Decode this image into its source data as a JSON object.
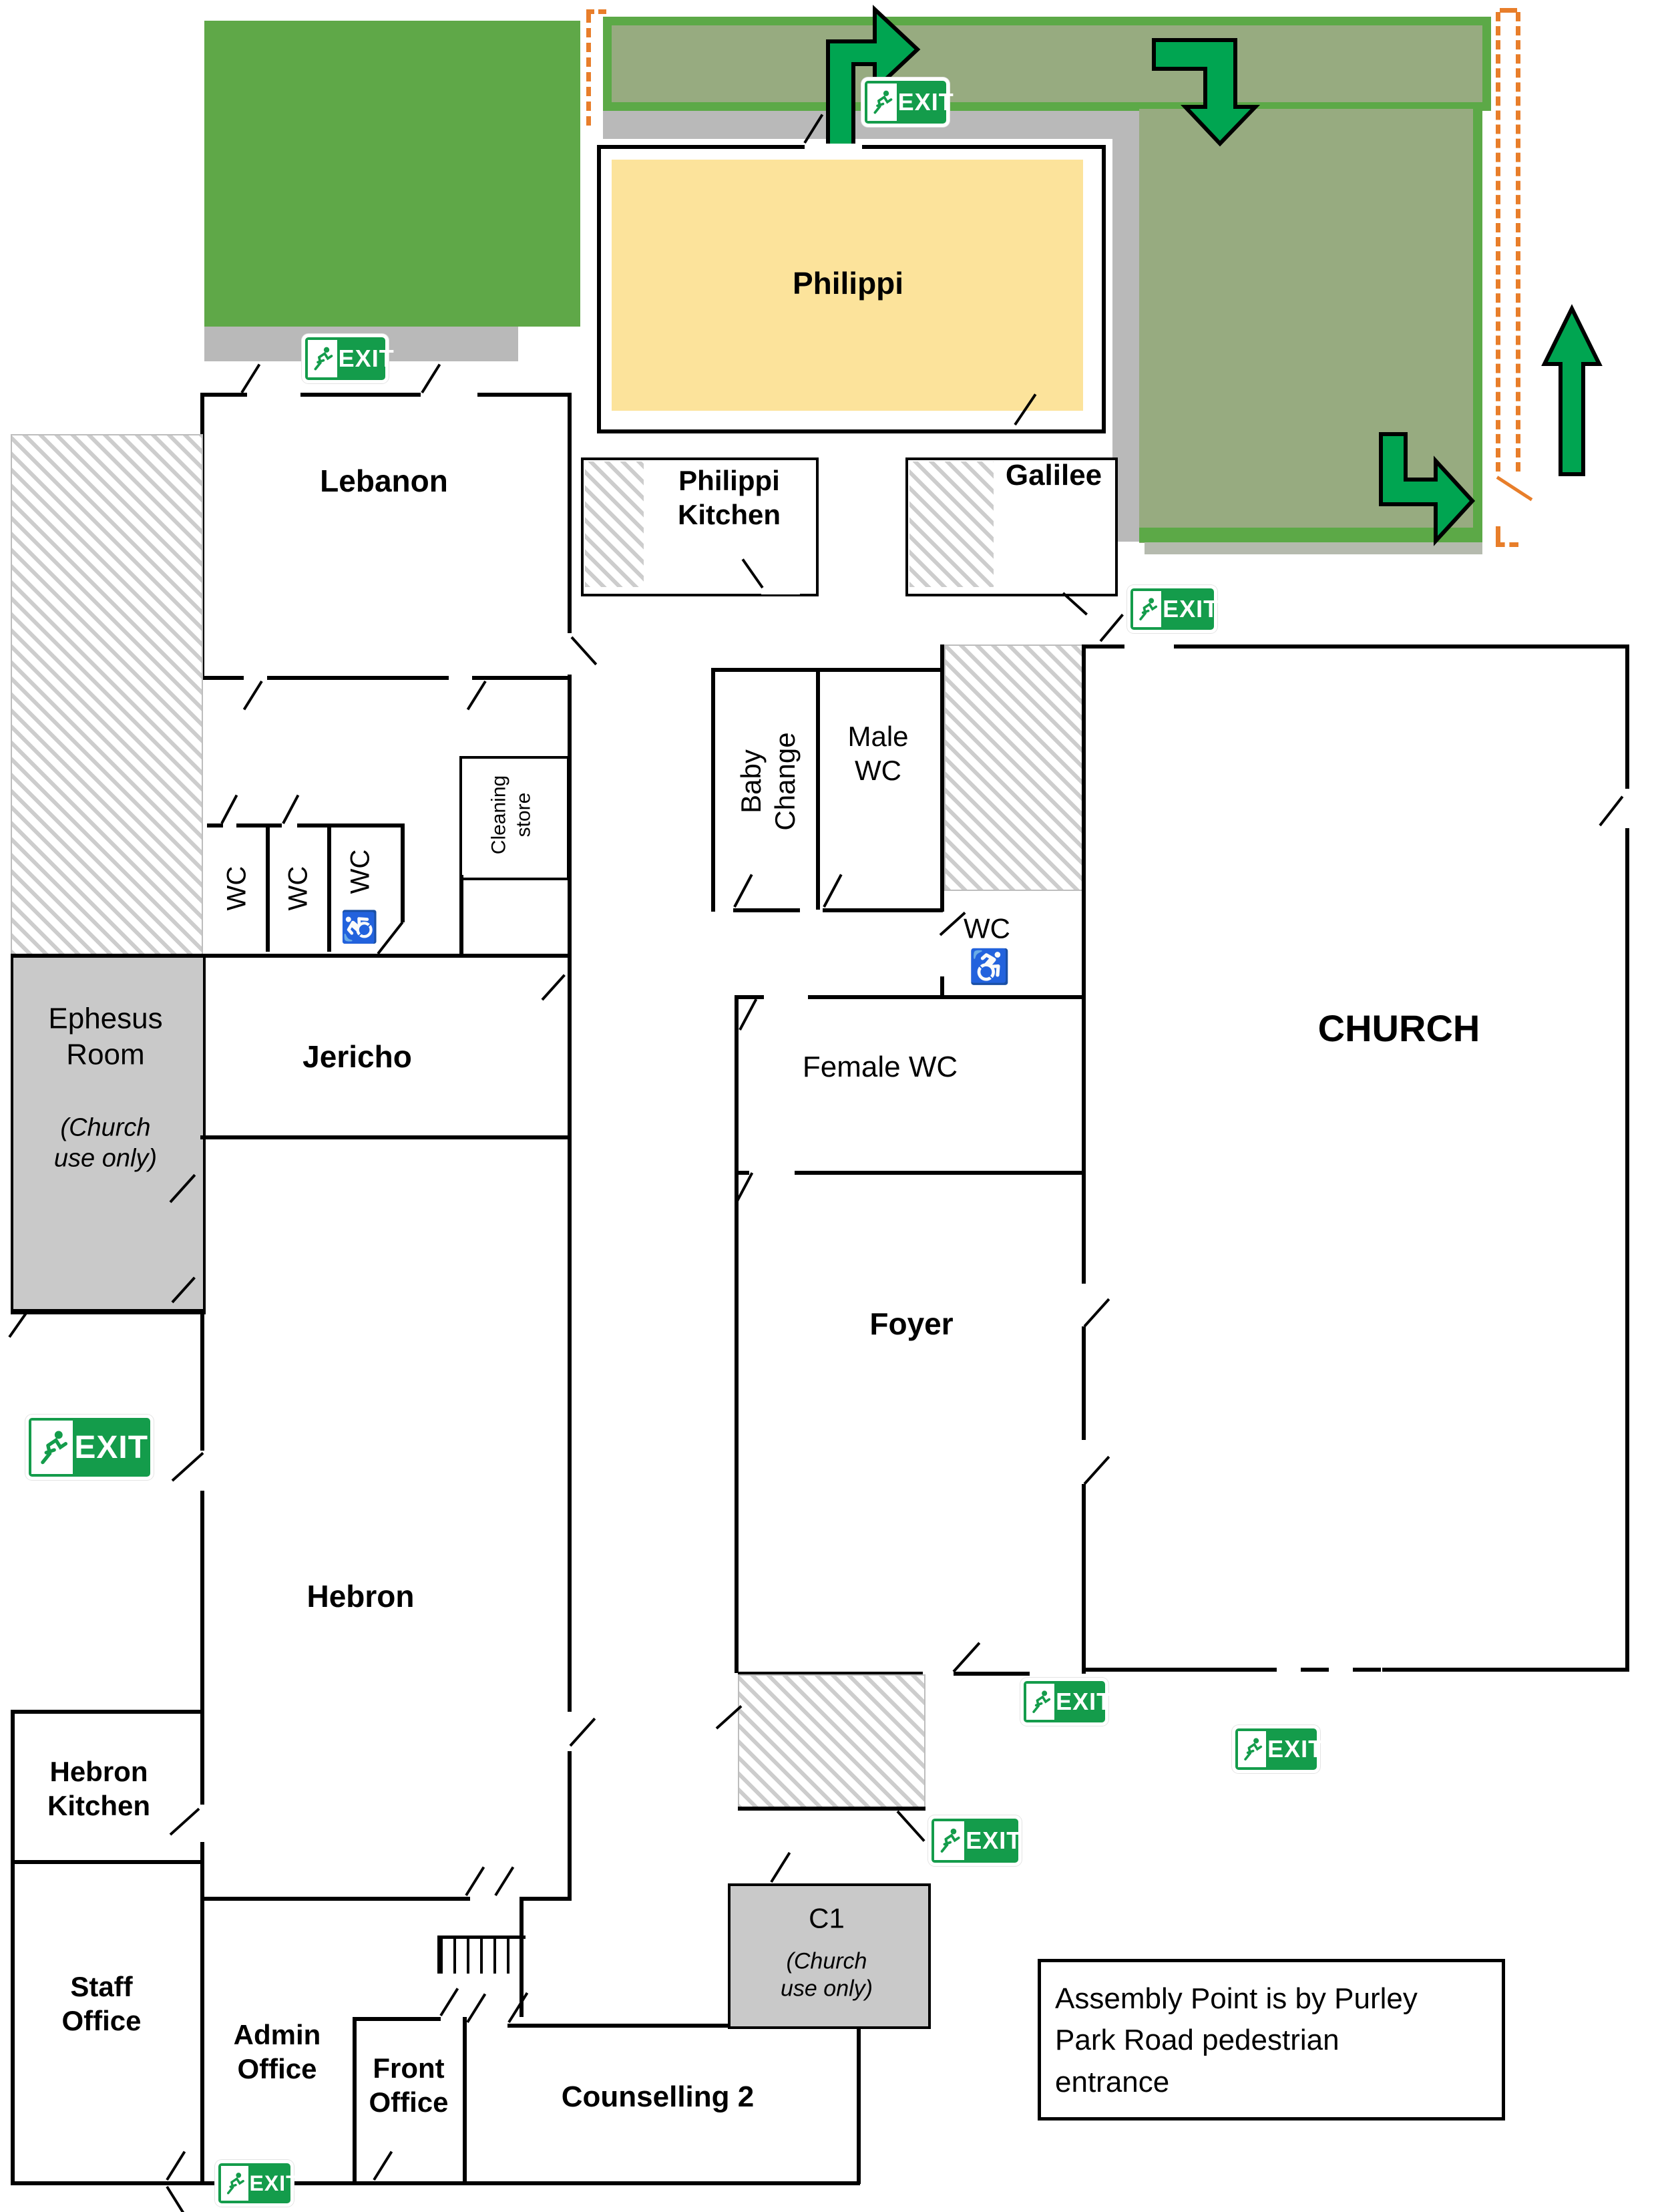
{
  "plan": {
    "rooms": {
      "lebanon": "Lebanon",
      "philippi": "Philippi",
      "philippi_kitchen": [
        "Philippi",
        "Kitchen"
      ],
      "galilee": "Galilee",
      "cleaning_store": [
        "Cleaning",
        "store"
      ],
      "wc1": "WC",
      "wc2": "WC",
      "wc3": "WC",
      "baby_change": [
        "Baby",
        "Change"
      ],
      "male_wc": [
        "Male",
        "WC"
      ],
      "wc_accessible": "WC",
      "female_wc": "Female WC",
      "ephesus": [
        "Ephesus",
        "Room"
      ],
      "ephesus_note": [
        "(Church",
        "use only)"
      ],
      "jericho": "Jericho",
      "church": "CHURCH",
      "foyer": "Foyer",
      "hebron": "Hebron",
      "hebron_kitchen": [
        "Hebron",
        "Kitchen"
      ],
      "staff_office": [
        "Staff",
        "Office"
      ],
      "admin_office": [
        "Admin",
        "Office"
      ],
      "front_office": [
        "Front",
        "Office"
      ],
      "counselling": "Counselling 2",
      "c1": "C1",
      "c1_note": [
        "(Church",
        "use only)"
      ]
    },
    "exit": {
      "label": "EXIT"
    },
    "assembly_note": {
      "lines": [
        "Assembly Point is by Purley",
        "Park Road pedestrian",
        "entrance"
      ]
    },
    "icons": {
      "wheelchair": "♿"
    },
    "colors": {
      "route_green": "#5ca947",
      "route_green_fill": "#97ab80",
      "walkway_gray": "#b9b9b9",
      "philippi_yellow": "#fce39b",
      "exit_sign_green": "#149c4b",
      "arrow_green": "#00a551",
      "gate_dash_orange": "#e87e2a",
      "restricted_gray": "#c9c9c9"
    }
  }
}
